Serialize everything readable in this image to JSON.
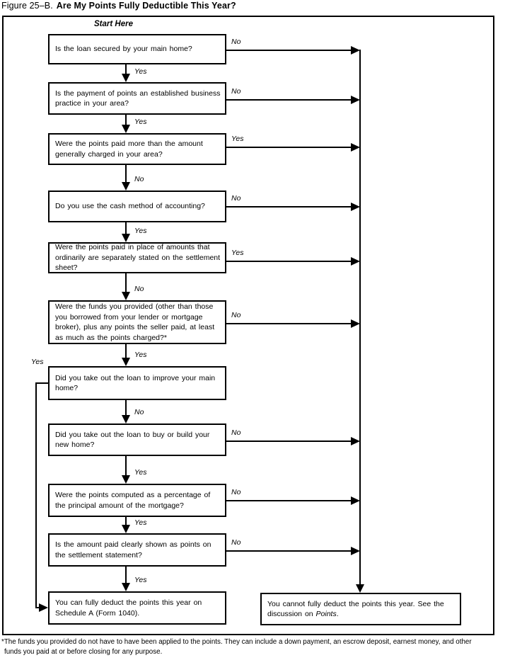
{
  "title": {
    "prefix": "Figure 25–B.",
    "main": "Are My Points Fully Deductible This Year?"
  },
  "start_label": "Start Here",
  "flow": {
    "questions": [
      {
        "text": "Is the loan secured by your main home?",
        "down_label": "Yes",
        "right_label": "No"
      },
      {
        "text": "Is the payment of points an established business practice in your area?",
        "down_label": "Yes",
        "right_label": "No"
      },
      {
        "text": "Were the points paid more than the amount generally charged in your area?",
        "down_label": "No",
        "right_label": "Yes"
      },
      {
        "text": "Do you use the cash method of accounting?",
        "down_label": "Yes",
        "right_label": "No"
      },
      {
        "text": "Were the points paid in place of amounts that ordinarily are separately stated on the settlement sheet?",
        "down_label": "No",
        "right_label": "Yes"
      },
      {
        "text": "Were the funds you provided (other than those you borrowed from your lender or mortgage broker), plus any points the seller paid, at least as much as the points charged?*",
        "down_label": "Yes",
        "right_label": "No"
      },
      {
        "text": "Did you take out the loan to improve your main home?",
        "down_label": "No",
        "left_label": "Yes"
      },
      {
        "text": "Did you take out the loan to buy or build your new home?",
        "down_label": "Yes",
        "right_label": "No"
      },
      {
        "text": "Were the points computed as a percentage of the principal amount of the mortgage?",
        "down_label": "Yes",
        "right_label": "No"
      },
      {
        "text": "Is the amount paid clearly shown as points on the settlement statement?",
        "down_label": "Yes",
        "right_label": "No"
      }
    ],
    "result_yes": "You can fully deduct the points this year on Schedule A (Form 1040).",
    "result_no": {
      "text": "You cannot fully deduct the points this year. See the discussion on ",
      "italic_term": "Points",
      "suffix": "."
    }
  },
  "footnote": {
    "line1": "*The funds you provided do not have to have been applied to the points. They can include a down payment, an escrow deposit, earnest money, and other",
    "line2": "funds you paid at or before closing for any purpose."
  },
  "colors": {
    "ink": "#000000",
    "paper": "#ffffff"
  }
}
